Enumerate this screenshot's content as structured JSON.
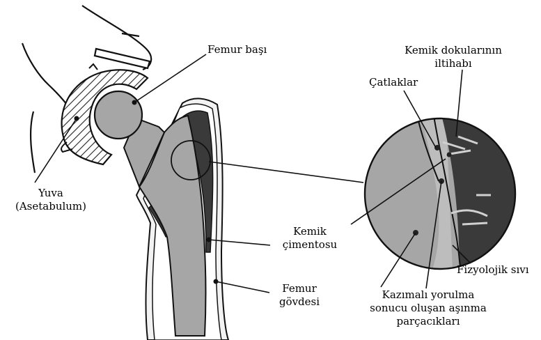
{
  "labels": {
    "femur_head": "Femur başı",
    "bone_inflammation_line1": "Kemik dokularının",
    "bone_inflammation_line2": "iltihabı",
    "cracks": "Çatlaklar",
    "socket_line1": "Yuva",
    "socket_line2": "(Asetabulum)",
    "bone_cement_line1": "Kemik",
    "bone_cement_line2": "çimentosu",
    "physiological_fluid": "Fizyolojik sıvı",
    "femur_shaft_line1": "Femur",
    "femur_shaft_line2": "gövdesi",
    "wear_particles_line1": "Kazımalı yorulma",
    "wear_particles_line2": "sonucu oluşan aşınma",
    "wear_particles_line3": "parçacıkları"
  }
}
